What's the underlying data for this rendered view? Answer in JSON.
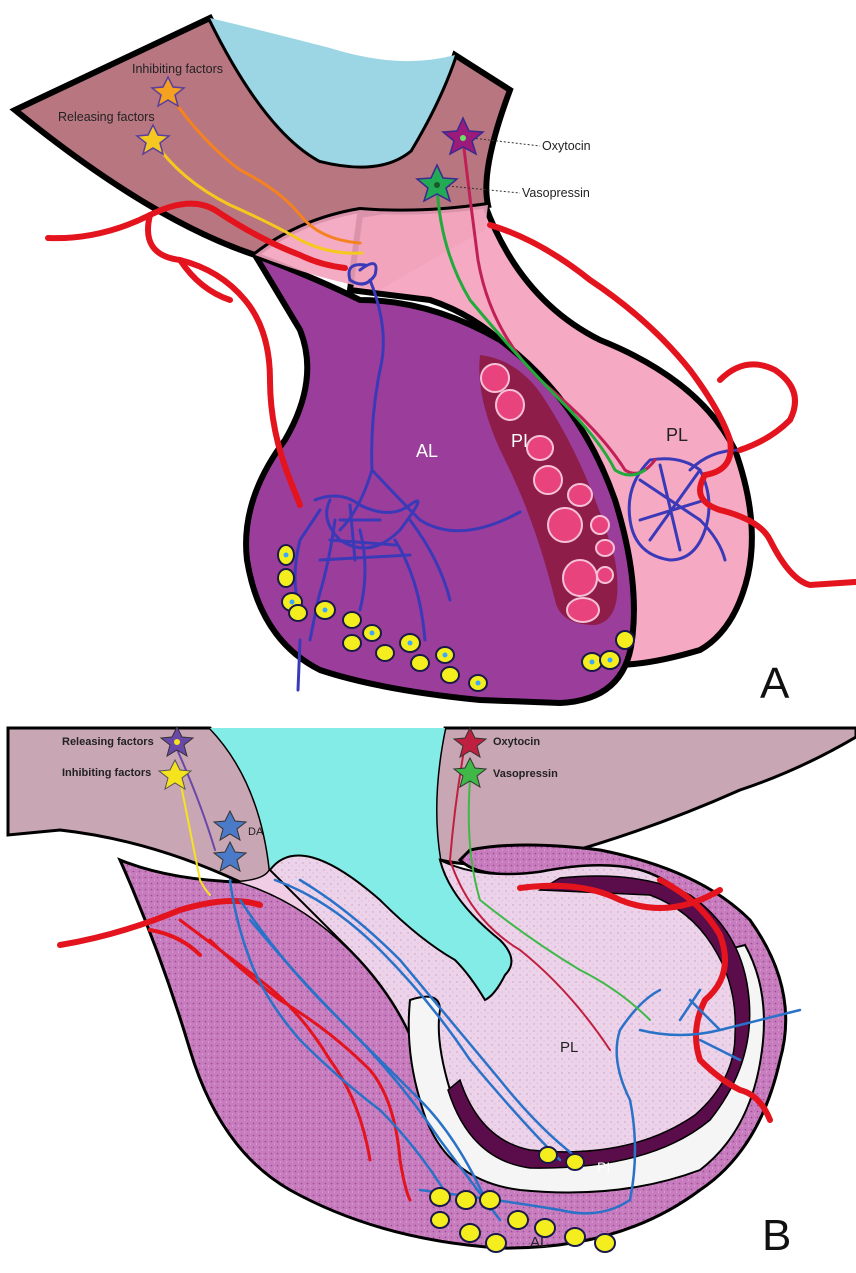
{
  "panel_a": {
    "panel_letter": "A",
    "labels": {
      "inhibiting_factors": "Inhibiting factors",
      "releasing_factors": "Releasing factors",
      "oxytocin": "Oxytocin",
      "vasopressin": "Vasopressin",
      "al": "AL",
      "pi": "PI",
      "pl": "PL"
    }
  },
  "panel_b": {
    "panel_letter": "B",
    "labels": {
      "releasing_factors": "Releasing factors",
      "inhibiting_factors": "Inhibiting factors",
      "oxytocin": "Oxytocin",
      "vasopressin": "Vasopressin",
      "da": "DA",
      "pl": "PL",
      "pi": "PI",
      "al": "AL"
    }
  },
  "colors": {
    "hypothalamus": "#b87680",
    "third_ventricle_a": "#9cd6e4",
    "third_ventricle_b": "#84ece6",
    "anterior_lobe": "#9b3d9a",
    "posterior_lobe": "#f5a9c3",
    "intermediate_lobe": "#8e1d4a",
    "pi_cells": "#e8437c",
    "blood_vessel": "#e4141e",
    "portal_vessels": "#3a3ab8",
    "secretory_cells": "#f4ee1e",
    "tissue_b": "#c87fc0",
    "hypothalamus_b": "#c9a6b4"
  }
}
